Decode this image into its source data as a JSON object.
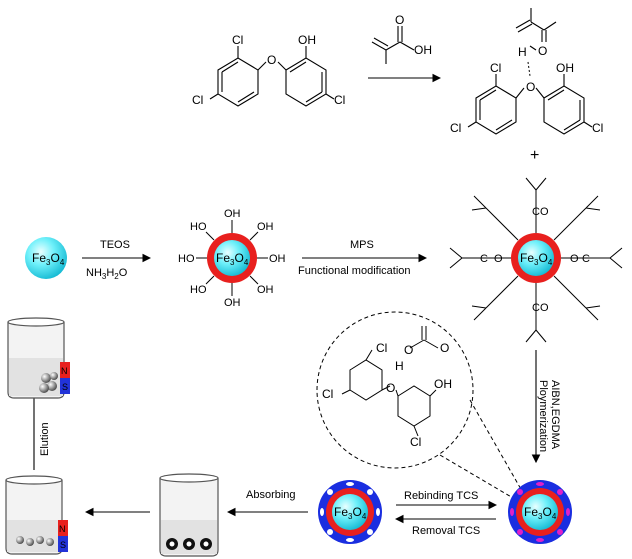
{
  "reactant": {
    "substituents": {
      "cl_top": "Cl",
      "oh": "OH",
      "o_bridge": "O",
      "cl_left": "Cl",
      "cl_right": "Cl"
    },
    "complex": {
      "cl_top": "Cl",
      "oh": "OH",
      "o_bridge": "O",
      "cl_left": "Cl",
      "cl_right": "Cl",
      "h": "H",
      "o_link": "O",
      "o_carbonyl": "O"
    },
    "maa": {
      "oh": "OH",
      "o": "O"
    },
    "plus": "+"
  },
  "core": {
    "fe": "Fe",
    "sub3": "3",
    "o": "O",
    "sub4": "4"
  },
  "step1": {
    "top": "TEOS",
    "bottom_nh": "NH",
    "bottom_sub3": "3",
    "bottom_h": "H",
    "bottom_sub2": "2",
    "bottom_o": "O"
  },
  "hydroxyl": "HO",
  "hydroxyl_right": "OH",
  "step2": {
    "top": "MPS",
    "bottom": "Functional modification"
  },
  "ester": {
    "o": "O",
    "c": "C"
  },
  "step3": {
    "line1": "AIBN,EGDMA",
    "line2": "Ploymerization"
  },
  "inset": {
    "cl_top": "Cl",
    "cl_left": "Cl",
    "cl_bottom": "Cl",
    "oh": "OH",
    "o_bridge": "O",
    "o_link": "O",
    "h": "H",
    "o_carbonyl": "O"
  },
  "rebind": {
    "top": "Rebinding TCS",
    "bottom": "Removal TCS"
  },
  "absorb": "Absorbing",
  "elution": "Elution",
  "magnet": {
    "n": "N",
    "s": "S"
  },
  "colors": {
    "core": "#49e6f2",
    "shell": "#e8201e",
    "mip": "#1a2ee0",
    "cavity": "#e020c8",
    "magnet_red": "#e8201e",
    "magnet_blue": "#2233d8"
  }
}
